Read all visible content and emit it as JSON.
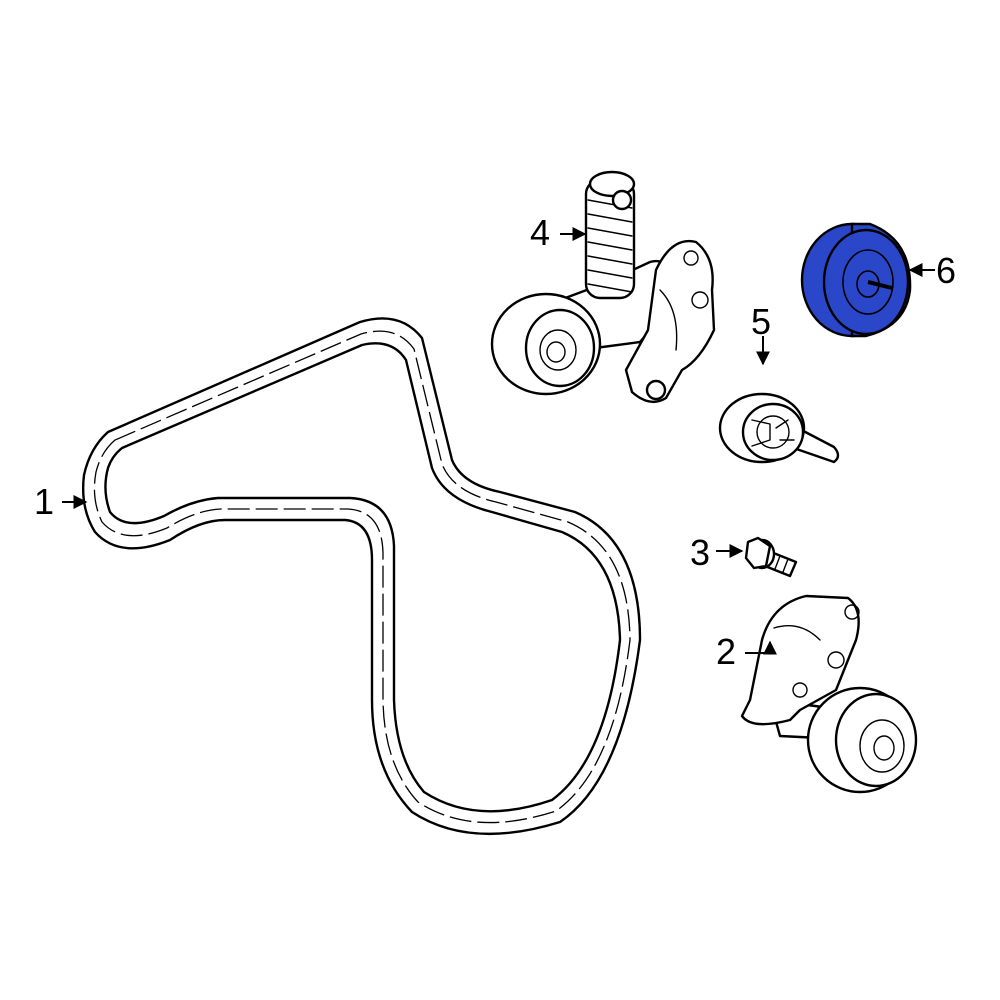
{
  "callouts": {
    "c1": "1",
    "c2": "2",
    "c3": "3",
    "c4": "4",
    "c5": "5",
    "c6": "6"
  },
  "colors": {
    "highlight": "#2a47c9",
    "line": "#000000",
    "background": "#ffffff"
  },
  "highlighted_part": "6"
}
